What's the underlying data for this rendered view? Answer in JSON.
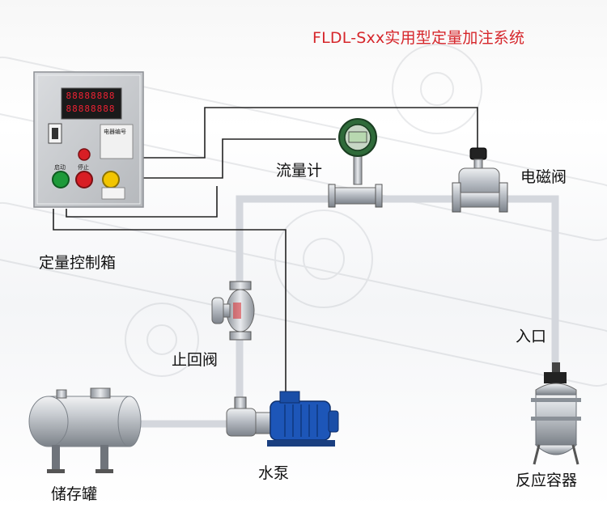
{
  "title": "FLDL-Sxx实用型定量加注系统",
  "labels": {
    "flowmeter": "流量计",
    "solenoid_valve": "电磁阀",
    "control_box": "定量控制箱",
    "check_valve": "止回阀",
    "inlet": "入口",
    "storage_tank": "储存罐",
    "pump": "水泵",
    "reactor": "反应容器"
  },
  "control_panel": {
    "display_top": "88888888",
    "display_bottom": "88888888",
    "start_label": "启动",
    "stop_label": "停止",
    "plate_text": "电器编号"
  },
  "colors": {
    "title": "#d6262b",
    "pipe": "#d4d7dd",
    "wire": "#222222",
    "start_button": "#1e9a3a",
    "stop_button": "#d81e25",
    "yellow_button": "#f2c500",
    "pump_motor": "#1d56b8",
    "flowmeter_head": "#2f6b3a"
  }
}
